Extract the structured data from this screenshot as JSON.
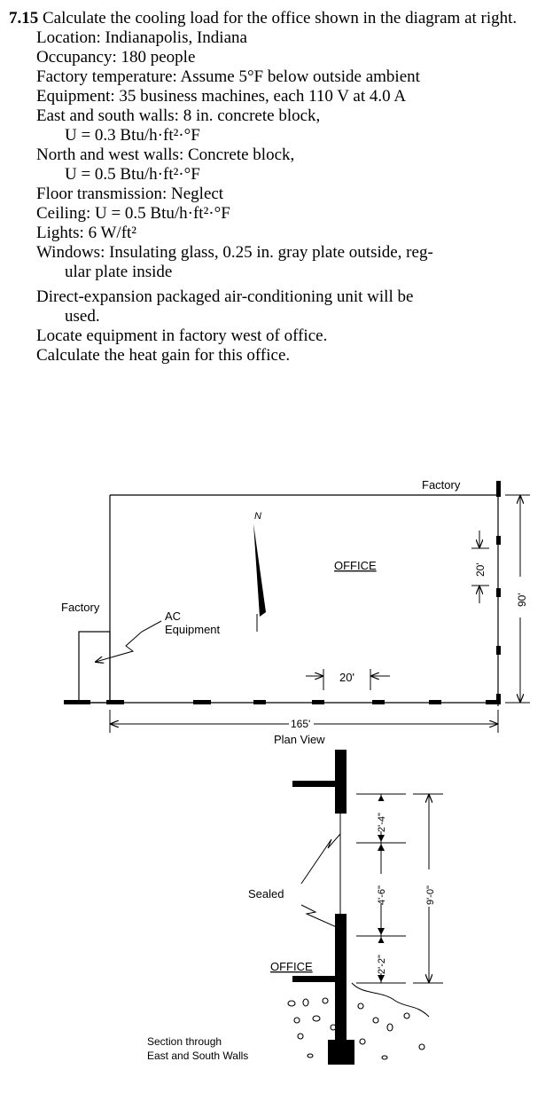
{
  "problem": {
    "number": "7.15",
    "intro": "Calculate the cooling load for the office shown in the diagram at right.",
    "location": "Location: Indianapolis, Indiana",
    "occupancy": "Occupancy: 180 people",
    "factory_temp": "Factory temperature: Assume 5°F below outside ambient",
    "equipment": "Equipment: 35 business machines, each 110 V at 4.0 A",
    "east_south_walls": "East and south walls: 8 in. concrete block,",
    "east_south_u": "U = 0.3 Btu/h·ft²·°F",
    "north_west_walls": "North and west walls: Concrete block,",
    "north_west_u": "U = 0.5 Btu/h·ft²·°F",
    "floor": "Floor transmission: Neglect",
    "ceiling": "Ceiling: U = 0.5 Btu/h·ft²·°F",
    "lights": "Lights: 6 W/ft²",
    "windows_1": "Windows: Insulating glass, 0.25 in. gray plate outside, reg-",
    "windows_2": "ular plate inside",
    "ac_unit_1": "Direct-expansion packaged air-conditioning unit will be",
    "ac_unit_2": "used.",
    "locate": "Locate equipment in factory west of office.",
    "calculate": "Calculate the heat gain for this office."
  },
  "plan_view": {
    "factory_top": "Factory",
    "factory_left": "Factory",
    "north": "N",
    "office": "OFFICE",
    "ac_equipment_1": "AC",
    "ac_equipment_2": "Equipment",
    "dim_window_bottom": "20'",
    "dim_window_side": "20'",
    "dim_height": "90'",
    "dim_length": "165'",
    "caption": "Plan View"
  },
  "section_view": {
    "dim_top": "2'-4\"",
    "dim_middle": "4'-6\"",
    "dim_bottom": "2'-2\"",
    "dim_total": "9'-0\"",
    "sealed": "Sealed",
    "office": "OFFICE",
    "caption_1": "Section through",
    "caption_2": "East and South Walls"
  }
}
